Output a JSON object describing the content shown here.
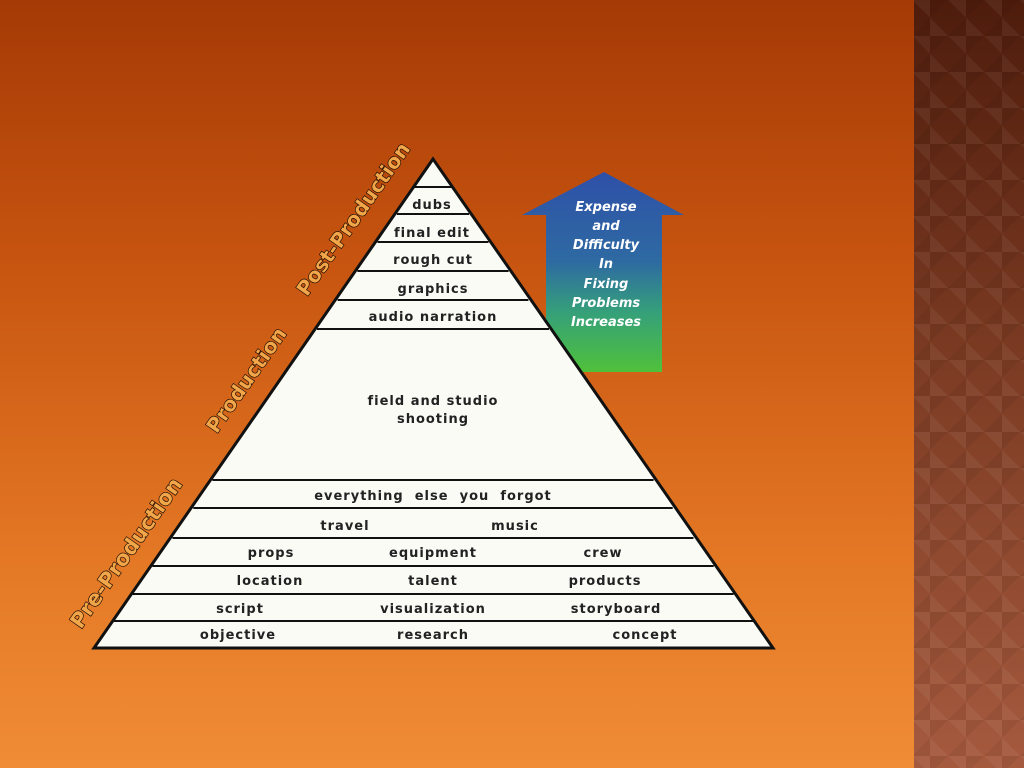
{
  "stages": {
    "pre_production": "Pre-Production",
    "production": "Production",
    "post_production": "Post-Production"
  },
  "pyramid": {
    "tiers": [
      {
        "items": [
          "dubs"
        ]
      },
      {
        "items": [
          "final edit"
        ]
      },
      {
        "items": [
          "rough cut"
        ]
      },
      {
        "items": [
          "graphics"
        ]
      },
      {
        "items": [
          "audio narration"
        ]
      },
      {
        "items": [
          "field and studio",
          "shooting"
        ]
      },
      {
        "items": [
          "everything  else  you  forgot"
        ]
      },
      {
        "items": [
          "travel",
          "music"
        ]
      },
      {
        "items": [
          "props",
          "equipment",
          "crew"
        ]
      },
      {
        "items": [
          "location",
          "talent",
          "products"
        ]
      },
      {
        "items": [
          "script",
          "visualization",
          "storyboard"
        ]
      },
      {
        "items": [
          "objective",
          "research",
          "concept"
        ]
      }
    ]
  },
  "arrow": {
    "lines": [
      "Expense",
      "and",
      "Difficulty",
      "In",
      "Fixing",
      "Problems",
      "Increases"
    ],
    "color_top": "#2e50a8",
    "color_bottom": "#4fc13a"
  },
  "colors": {
    "slide_top": "#a53a06",
    "slide_bottom": "#f08c36",
    "pyramid_fill": "#fbfbf6"
  }
}
